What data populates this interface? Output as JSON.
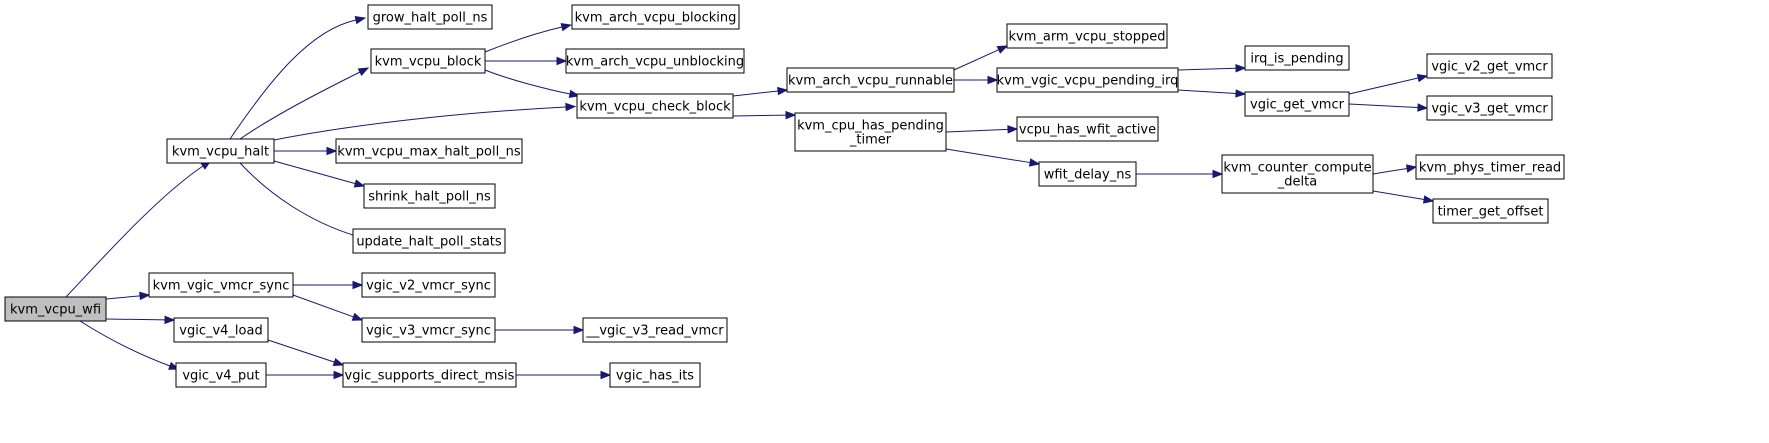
{
  "root": "kvm_vcpu_wfi",
  "colors": {
    "edge": "#191970",
    "root_fill": "#bfbfbf",
    "node_fill": "#ffffff",
    "node_stroke": "#000000"
  },
  "nodes": {
    "kvm_vcpu_wfi": [
      "kvm_vcpu_wfi"
    ],
    "kvm_vcpu_halt": [
      "kvm_vcpu_halt"
    ],
    "kvm_vgic_vmcr_sync": [
      "kvm_vgic_vmcr_sync"
    ],
    "vgic_v4_load": [
      "vgic_v4_load"
    ],
    "vgic_v4_put": [
      "vgic_v4_put"
    ],
    "grow_halt_poll_ns": [
      "grow_halt_poll_ns"
    ],
    "kvm_vcpu_block": [
      "kvm_vcpu_block"
    ],
    "kvm_vcpu_max_halt_poll_ns": [
      "kvm_vcpu_max_halt_poll_ns"
    ],
    "shrink_halt_poll_ns": [
      "shrink_halt_poll_ns"
    ],
    "update_halt_poll_stats": [
      "update_halt_poll_stats"
    ],
    "vgic_v2_vmcr_sync": [
      "vgic_v2_vmcr_sync"
    ],
    "vgic_v3_vmcr_sync": [
      "vgic_v3_vmcr_sync"
    ],
    "vgic_supports_direct_msis": [
      "vgic_supports_direct_msis"
    ],
    "kvm_arch_vcpu_blocking": [
      "kvm_arch_vcpu_blocking"
    ],
    "kvm_arch_vcpu_unblocking": [
      "kvm_arch_vcpu_unblocking"
    ],
    "kvm_vcpu_check_block": [
      "kvm_vcpu_check_block"
    ],
    "__vgic_v3_read_vmcr": [
      "__vgic_v3_read_vmcr"
    ],
    "vgic_has_its": [
      "vgic_has_its"
    ],
    "kvm_arch_vcpu_runnable": [
      "kvm_arch_vcpu_runnable"
    ],
    "kvm_cpu_has_pending_timer": [
      "kvm_cpu_has_pending",
      "_timer"
    ],
    "kvm_arm_vcpu_stopped": [
      "kvm_arm_vcpu_stopped"
    ],
    "kvm_vgic_vcpu_pending_irq": [
      "kvm_vgic_vcpu_pending_irq"
    ],
    "vcpu_has_wfit_active": [
      "vcpu_has_wfit_active"
    ],
    "wfit_delay_ns": [
      "wfit_delay_ns"
    ],
    "irq_is_pending": [
      "irq_is_pending"
    ],
    "vgic_get_vmcr": [
      "vgic_get_vmcr"
    ],
    "kvm_counter_compute_delta": [
      "kvm_counter_compute",
      "_delta"
    ],
    "vgic_v2_get_vmcr": [
      "vgic_v2_get_vmcr"
    ],
    "vgic_v3_get_vmcr": [
      "vgic_v3_get_vmcr"
    ],
    "kvm_phys_timer_read": [
      "kvm_phys_timer_read"
    ],
    "timer_get_offset": [
      "timer_get_offset"
    ]
  },
  "edges": [
    [
      "kvm_vcpu_wfi",
      "kvm_vcpu_halt"
    ],
    [
      "kvm_vcpu_wfi",
      "kvm_vgic_vmcr_sync"
    ],
    [
      "kvm_vcpu_wfi",
      "vgic_v4_load"
    ],
    [
      "kvm_vcpu_wfi",
      "vgic_v4_put"
    ],
    [
      "kvm_vcpu_halt",
      "grow_halt_poll_ns"
    ],
    [
      "kvm_vcpu_halt",
      "kvm_vcpu_block"
    ],
    [
      "kvm_vcpu_halt",
      "kvm_vcpu_check_block"
    ],
    [
      "kvm_vcpu_halt",
      "kvm_vcpu_max_halt_poll_ns"
    ],
    [
      "kvm_vcpu_halt",
      "shrink_halt_poll_ns"
    ],
    [
      "kvm_vcpu_halt",
      "update_halt_poll_stats"
    ],
    [
      "kvm_vcpu_block",
      "kvm_arch_vcpu_blocking"
    ],
    [
      "kvm_vcpu_block",
      "kvm_arch_vcpu_unblocking"
    ],
    [
      "kvm_vcpu_block",
      "kvm_vcpu_check_block"
    ],
    [
      "kvm_vgic_vmcr_sync",
      "vgic_v2_vmcr_sync"
    ],
    [
      "kvm_vgic_vmcr_sync",
      "vgic_v3_vmcr_sync"
    ],
    [
      "vgic_v3_vmcr_sync",
      "__vgic_v3_read_vmcr"
    ],
    [
      "vgic_v4_load",
      "vgic_supports_direct_msis"
    ],
    [
      "vgic_v4_put",
      "vgic_supports_direct_msis"
    ],
    [
      "vgic_supports_direct_msis",
      "vgic_has_its"
    ],
    [
      "kvm_vcpu_check_block",
      "kvm_arch_vcpu_runnable"
    ],
    [
      "kvm_vcpu_check_block",
      "kvm_cpu_has_pending_timer"
    ],
    [
      "kvm_arch_vcpu_runnable",
      "kvm_arm_vcpu_stopped"
    ],
    [
      "kvm_arch_vcpu_runnable",
      "kvm_vgic_vcpu_pending_irq"
    ],
    [
      "kvm_vgic_vcpu_pending_irq",
      "irq_is_pending"
    ],
    [
      "kvm_vgic_vcpu_pending_irq",
      "vgic_get_vmcr"
    ],
    [
      "vgic_get_vmcr",
      "vgic_v2_get_vmcr"
    ],
    [
      "vgic_get_vmcr",
      "vgic_v3_get_vmcr"
    ],
    [
      "kvm_cpu_has_pending_timer",
      "vcpu_has_wfit_active"
    ],
    [
      "kvm_cpu_has_pending_timer",
      "wfit_delay_ns"
    ],
    [
      "wfit_delay_ns",
      "kvm_counter_compute_delta"
    ],
    [
      "kvm_counter_compute_delta",
      "kvm_phys_timer_read"
    ],
    [
      "kvm_counter_compute_delta",
      "timer_get_offset"
    ]
  ]
}
